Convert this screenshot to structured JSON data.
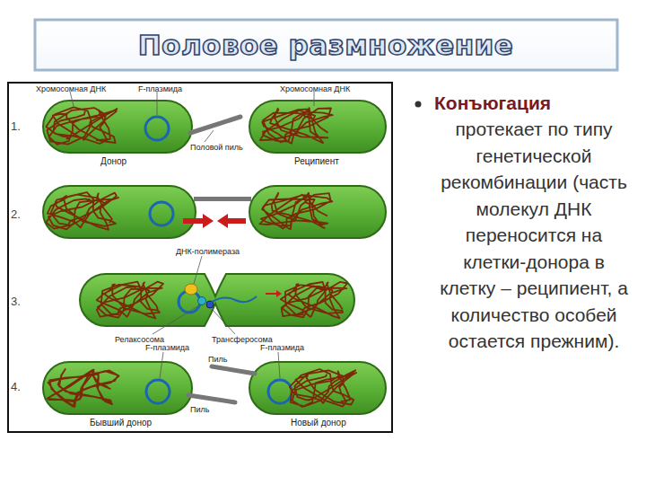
{
  "diagram": {
    "title": "Половое размножение",
    "labels": [
      "1.",
      "Хромосомная ДНК",
      "F-плазмида",
      "Хромосомная ДНК",
      "Половой пиль",
      "Донор",
      "Реципиент",
      "2.",
      "ДНК-полимераза",
      "3.",
      "Релаксосома",
      "Трансферосома",
      "F-плазмида",
      "Пиль",
      "F-плазмида",
      "4.",
      "Пиль",
      "Бывший донор",
      "Новый донор",
      "Конъюгация",
      "протекает по типу генетической рекомбинации (часть молекул ДНК переносится на клетки-донора в клетку – реципиент, а количество особей остается прежним)."
    ]
  }
}
